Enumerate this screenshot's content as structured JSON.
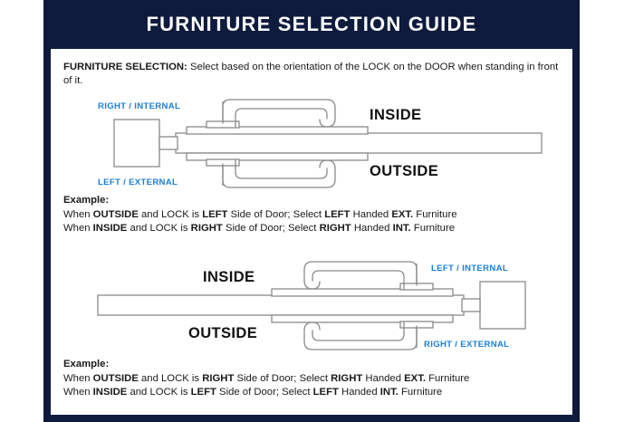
{
  "theme": {
    "navy": "#0e1b3d",
    "accent_blue": "#1d7fd4",
    "text": "#1a1a1a",
    "white": "#ffffff",
    "line_gray": "#8a8a8a"
  },
  "header": {
    "title": "FURNITURE SELECTION GUIDE"
  },
  "intro": {
    "label": "FURNITURE SELECTION:",
    "body": " Select based on the orientation of the LOCK on the DOOR when standing in front of it."
  },
  "diagram_1": {
    "name": "lock-left-diagram",
    "label_top_blue": "RIGHT / INTERNAL",
    "label_bottom_blue": "LEFT / EXTERNAL",
    "label_inside": "INSIDE",
    "label_outside": "OUTSIDE",
    "lock_side": "left"
  },
  "diagram_2": {
    "name": "lock-right-diagram",
    "label_top_blue": "LEFT / INTERNAL",
    "label_bottom_blue": "RIGHT / EXTERNAL",
    "label_inside": "INSIDE",
    "label_outside": "OUTSIDE",
    "lock_side": "right"
  },
  "example_1": {
    "heading": "Example:",
    "line_1": {
      "p1": "When ",
      "b1": "OUTSIDE",
      "p2": " and LOCK is ",
      "b2": "LEFT",
      "p3": " Side of Door;   Select ",
      "b3": "LEFT",
      "p4": " Handed ",
      "b4": "EXT.",
      "p5": " Furniture"
    },
    "line_2": {
      "p1": "When ",
      "b1": "INSIDE",
      "p2": " and LOCK is ",
      "b2": "RIGHT",
      "p3": " Side of Door;  Select ",
      "b3": "RIGHT",
      "p4": " Handed ",
      "b4": "INT.",
      "p5": " Furniture"
    }
  },
  "example_2": {
    "heading": "Example:",
    "line_1": {
      "p1": "When ",
      "b1": "OUTSIDE",
      "p2": " and LOCK is ",
      "b2": "RIGHT",
      "p3": " Side of Door;   Select ",
      "b3": "RIGHT",
      "p4": " Handed ",
      "b4": "EXT.",
      "p5": " Furniture"
    },
    "line_2": {
      "p1": "When ",
      "b1": "INSIDE",
      "p2": " and LOCK is ",
      "b2": "LEFT",
      "p3": " Side of Door;  Select ",
      "b3": "LEFT",
      "p4": " Handed ",
      "b4": "INT.",
      "p5": " Furniture"
    }
  }
}
